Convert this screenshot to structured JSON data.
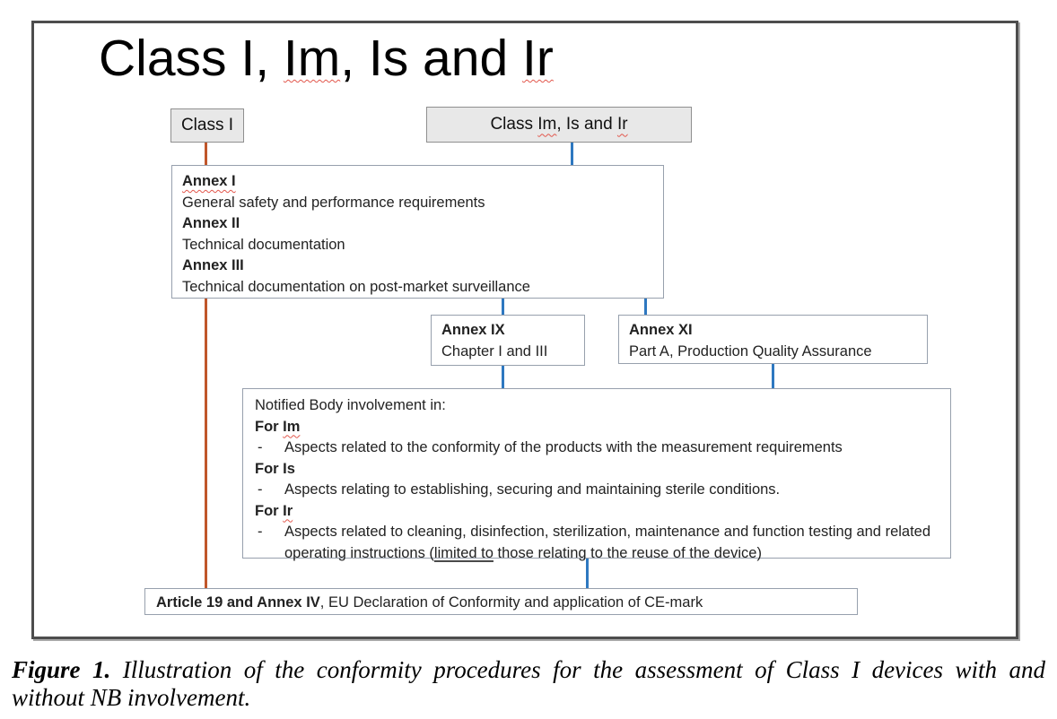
{
  "title": {
    "p1": "Class I, ",
    "im": "Im",
    "p2": ", Is and ",
    "ir": "Ir"
  },
  "nodes": {
    "class_i": {
      "label": "Class I"
    },
    "class_im": {
      "p1": "Class ",
      "im": "Im",
      "p2": ", Is and ",
      "ir": "Ir"
    },
    "annex123": {
      "h1": "Annex I",
      "t1": "General safety and performance requirements",
      "h2": "Annex II",
      "t2": "Technical documentation",
      "h3": "Annex III",
      "t3": "Technical documentation on post-market surveillance"
    },
    "annex9": {
      "h": "Annex IX",
      "t": "Chapter I and III"
    },
    "annex11": {
      "h": "Annex XI",
      "t": "Part A, Production Quality Assurance"
    },
    "nb": {
      "intro": "Notified Body involvement in:",
      "dash": "-",
      "for_im_pre": "For ",
      "for_im": "Im",
      "b1": "Aspects related to the conformity of the products with the measurement requirements",
      "for_is": "For Is",
      "b2": "Aspects relating to establishing, securing and maintaining sterile conditions.",
      "for_ir_pre": "For ",
      "for_ir": "Ir",
      "b3_pre": "Aspects related to cleaning, disinfection, sterilization, maintenance and function testing and related operating instructions (",
      "b3_underlined": "limited to",
      "b3_post": " those relating to the reuse of the device)"
    },
    "article19": {
      "bold": "Article 19 and Annex IV",
      "rest": ", EU Declaration of Conformity and application of CE-mark"
    }
  },
  "caption": {
    "label": "Figure 1.",
    "line1_rest": "Illustration of the conformity procedures for the assessment of Class I devices with and",
    "line2": "without NB involvement."
  },
  "colors": {
    "orange_connector": "#c0562a",
    "blue_connector": "#2e78c0",
    "gray_box_fill": "#e8e8e8",
    "spellcheck_red": "#e2574c",
    "frame_border": "#4d4d4d"
  }
}
